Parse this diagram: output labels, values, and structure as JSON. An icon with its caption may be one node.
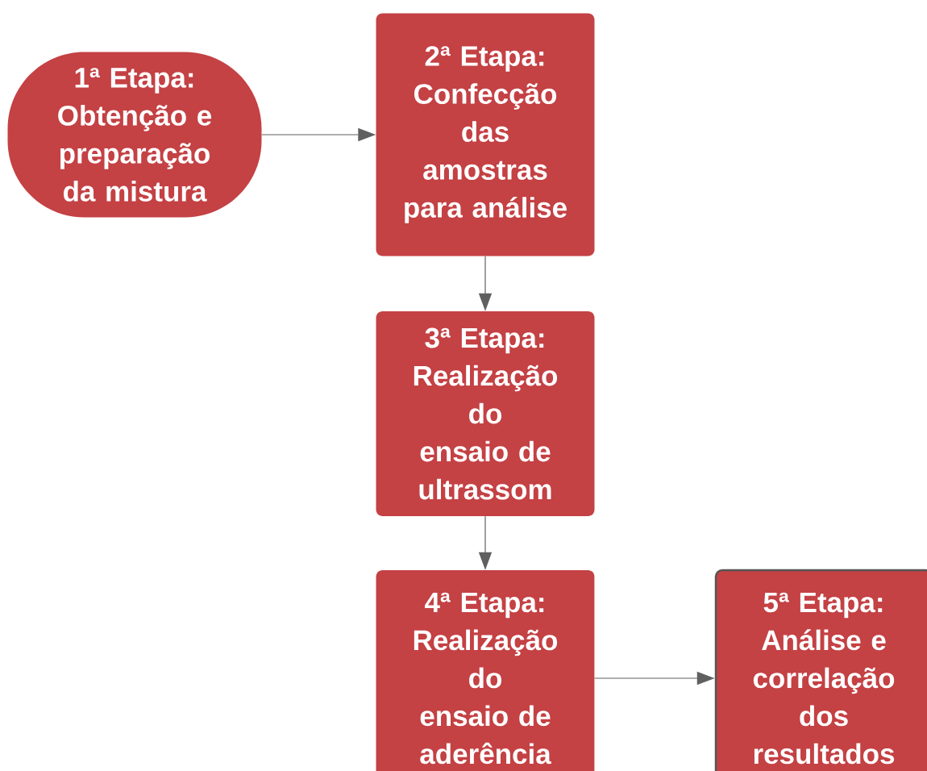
{
  "diagram": {
    "nodes": [
      {
        "text": [
          "1ª Etapa:",
          "Obtenção e preparação da mistura"
        ]
      },
      {
        "text": [
          "2ª Etapa:",
          "Confecção das amostras para análise"
        ]
      },
      {
        "text": [
          "3ª Etapa:",
          "Realização do ensaio de ultrassom"
        ]
      },
      {
        "text": [
          "4ª Etapa:",
          "Realização do ensaio de aderência"
        ]
      },
      {
        "text": [
          "5ª Etapa:",
          "Análise e correlação dos resultados"
        ]
      }
    ],
    "edges": [
      {
        "from": 0,
        "to": 1,
        "arrow": "to"
      },
      {
        "from": 1,
        "to": 2,
        "arrow": "to"
      },
      {
        "from": 2,
        "to": 3,
        "arrow": "to"
      },
      {
        "from": 3,
        "to": 4,
        "arrow": "to"
      }
    ]
  }
}
